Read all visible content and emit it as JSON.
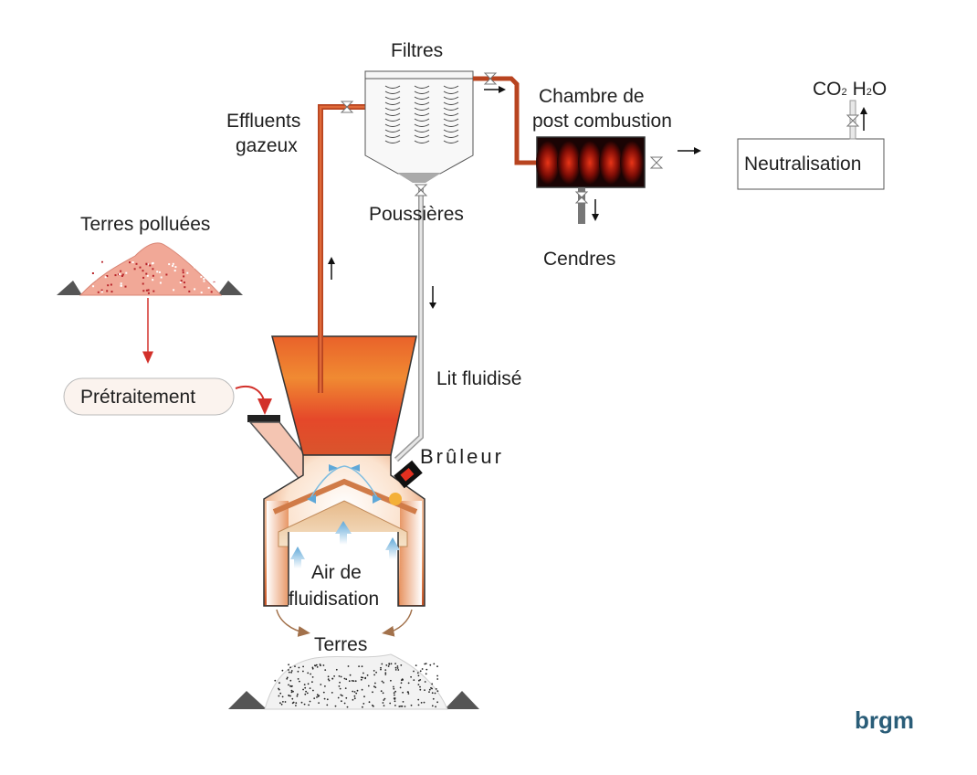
{
  "labels": {
    "filtres": "Filtres",
    "effluents_line1": "Effluents",
    "effluents_line2": "gazeux",
    "poussieres": "Poussières",
    "chambre_line1": "Chambre de",
    "chambre_line2": "post combustion",
    "cendres": "Cendres",
    "co2": "CO",
    "co2_sub": "2",
    "h2o_h": "H",
    "h2o_sub": "2",
    "h2o_o": "O",
    "neutralisation": "Neutralisation",
    "terres_polluees": "Terres polluées",
    "pretraitement": "Prétraitement",
    "lit_fluidise": "Lit fluidisé",
    "bruleur": "Brûleur",
    "air_line1": "Air de",
    "air_line2": "fluidisation",
    "terres": "Terres",
    "brand": "brgm"
  },
  "colors": {
    "hot_pipe": "#c8461e",
    "clean_pipe": "#1f9a4a",
    "dust_pipe": "#b9b9b9",
    "ash_pipe": "#777777",
    "ground": "#555555",
    "brand": "#2a5d78"
  },
  "icons": [
    "valve-icon",
    "arrow-up-icon",
    "arrow-down-icon",
    "arrow-right-icon",
    "air-arrow-icon"
  ]
}
